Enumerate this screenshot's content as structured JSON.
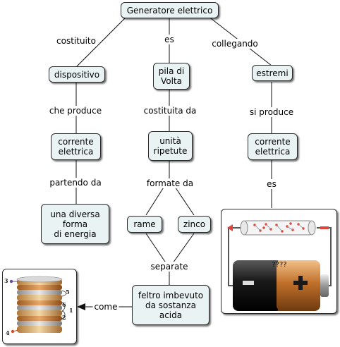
{
  "nodes": {
    "generatore": "Generatore elettrico",
    "dispositivo": "dispositivo",
    "pila": "pila di\nVolta",
    "estremi": "estremi",
    "corrente1": "corrente\nelettrica",
    "unita": "unità\nripetute",
    "corrente2": "corrente\nelettrica",
    "energia": "una diversa\nforma\ndi energia",
    "rame": "rame",
    "zinco": "zinco",
    "feltro": "feltro imbevuto\nda sostanza\nacida"
  },
  "links": {
    "costituito": "costituito",
    "es1": "es",
    "collegando": "collegando",
    "che_produce": "che produce",
    "costituita_da": "costituita da",
    "si_produce": "si produce",
    "partendo_da": "partendo da",
    "formate_da": "formate da",
    "es2": "es",
    "separate": "separate",
    "come": "come"
  },
  "images": {
    "battery_question": "????",
    "pile_numbers": [
      "3",
      "5",
      "6",
      "1",
      "2",
      "4"
    ]
  },
  "colors": {
    "node_fill": "#eaf3f4",
    "line": "#111111",
    "battery_copper": "#c0702a",
    "battery_black": "#1a1a1a",
    "tube_red": "#e0453a"
  }
}
